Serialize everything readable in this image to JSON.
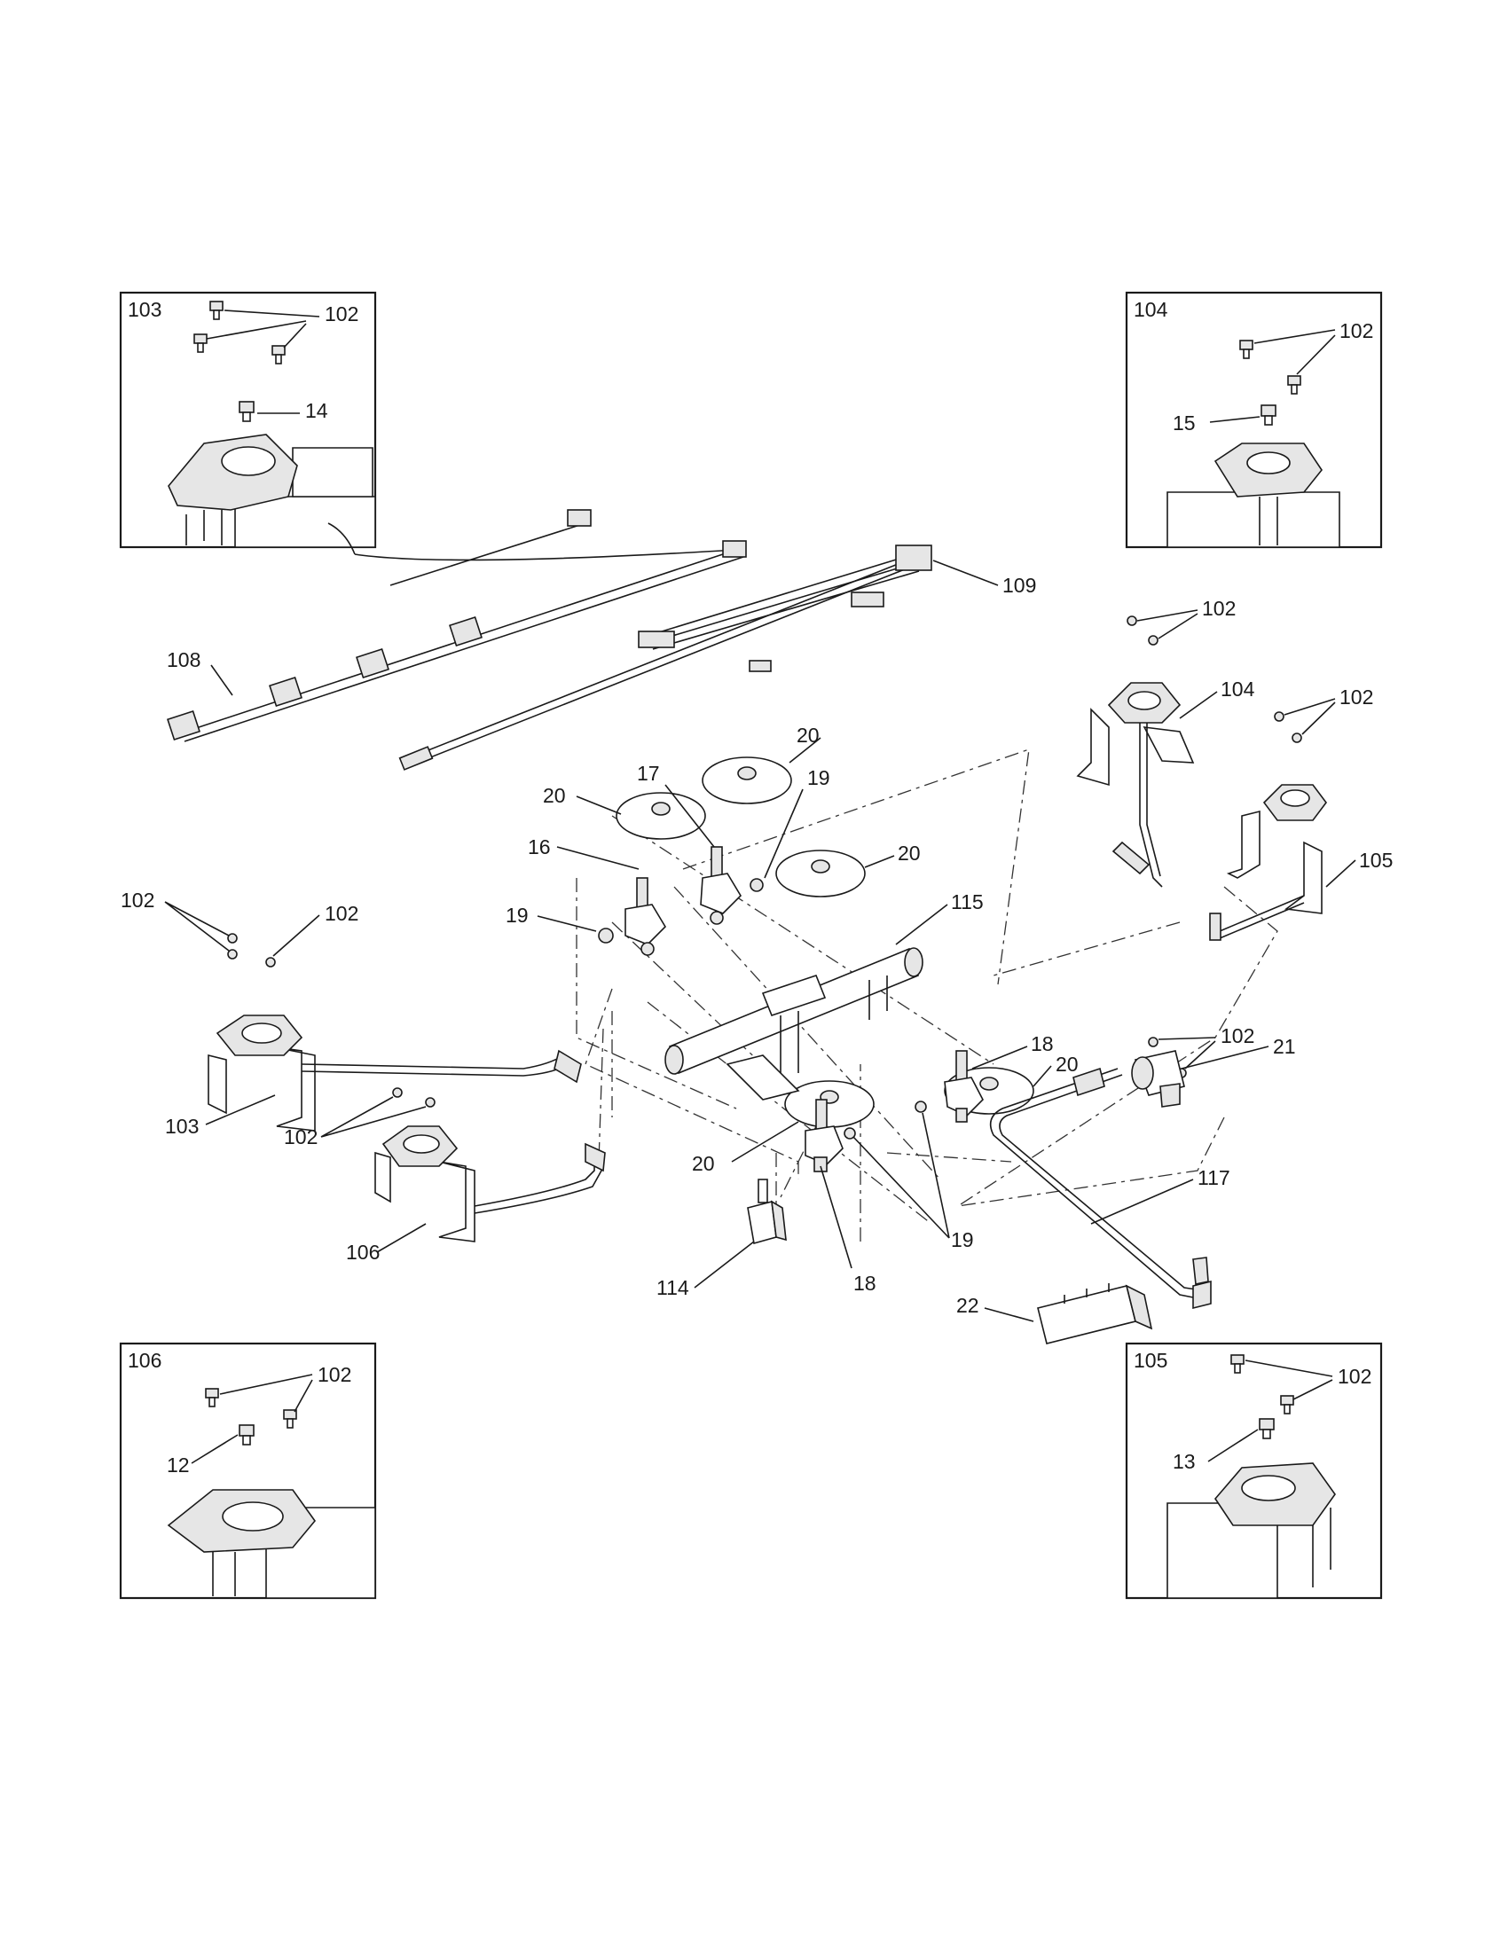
{
  "insets": {
    "i103": {
      "title": "103",
      "c1": "102",
      "c2": "14"
    },
    "i104": {
      "title": "104",
      "c1": "102",
      "c2": "15"
    },
    "i106": {
      "title": "106",
      "c1": "102",
      "c2": "12"
    },
    "i105": {
      "title": "105",
      "c1": "102",
      "c2": "13"
    }
  },
  "callouts": {
    "harness_108": "108",
    "harness_109": "109",
    "screws_top_right": "102",
    "bracket_104": "104",
    "screws_right": "102",
    "bracket_105": "105",
    "cap_20_a": "20",
    "cap_20_b": "20",
    "cap_20_c": "20",
    "cap_20_d": "20",
    "cap_20_e": "20",
    "valve_17": "17",
    "valve_16": "16",
    "screw_19_a": "19",
    "screw_19_b": "19",
    "screw_19_c": "19",
    "manifold_115": "115",
    "valve_18_a": "18",
    "valve_18_b": "18",
    "screws_left_a": "102",
    "screws_left_b": "102",
    "bracket_103": "103",
    "screws_left_c": "102",
    "bracket_106": "106",
    "screws_center_right": "102",
    "regulator_21": "21",
    "tube_117": "117",
    "switch_114": "114",
    "module_22": "22"
  }
}
